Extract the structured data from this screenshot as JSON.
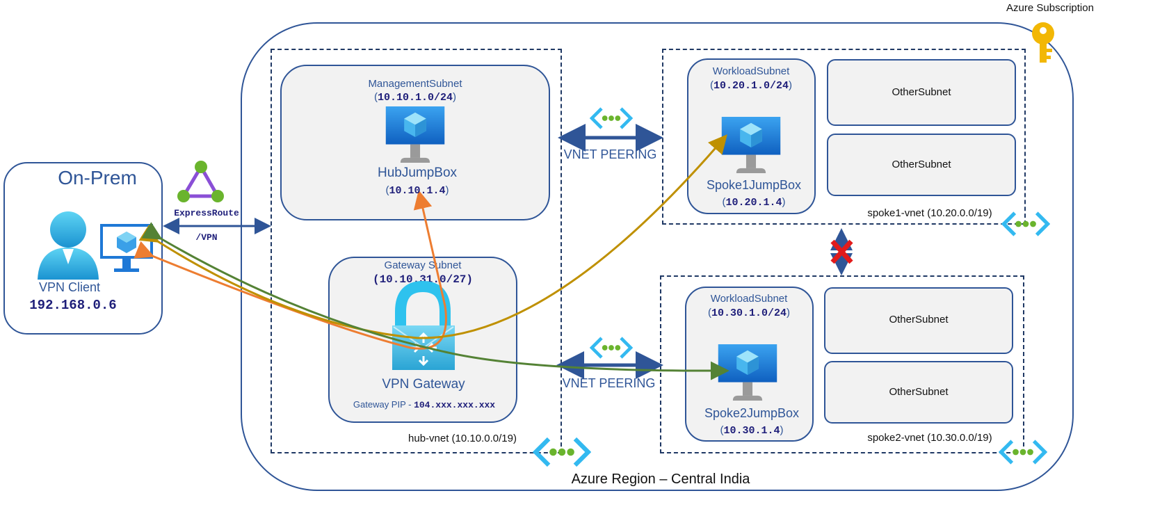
{
  "subscription": {
    "label": "Azure Subscription"
  },
  "region": {
    "label": "Azure Region – Central India"
  },
  "onprem": {
    "title": "On-Prem",
    "client_label": "VPN Client",
    "client_ip": "192.168.0.6"
  },
  "link": {
    "line1": "ExpressRoute",
    "line2": "/VPN"
  },
  "hub": {
    "vnet_label": "hub-vnet (10.10.0.0/19)",
    "mgmt_subnet": {
      "name": "ManagementSubnet",
      "cidr": "10.10.1.0/24"
    },
    "hubjump": {
      "name": "HubJumpBox",
      "ip": "10.10.1.4"
    },
    "gateway_subnet": {
      "name": "Gateway Subnet",
      "cidr": "10.10.31.0/27"
    },
    "vpn_gateway": {
      "name": "VPN Gateway",
      "pip_label": "Gateway PIP - ",
      "pip_value": "104.xxx.xxx.xxx"
    }
  },
  "peering": {
    "top": "VNET PEERING",
    "bottom": "VNET PEERING"
  },
  "spoke1": {
    "vnet_label": "spoke1-vnet (10.20.0.0/19)",
    "workload": {
      "name": "WorkloadSubnet",
      "cidr": "10.20.1.0/24"
    },
    "jumpbox": {
      "name": "Spoke1JumpBox",
      "ip": "10.20.1.4"
    },
    "other1": "OtherSubnet",
    "other2": "OtherSubnet"
  },
  "spoke2": {
    "vnet_label": "spoke2-vnet (10.30.0.0/19)",
    "workload": {
      "name": "WorkloadSubnet",
      "cidr": "10.30.1.0/24"
    },
    "jumpbox": {
      "name": "Spoke2JumpBox",
      "ip": "10.30.1.4"
    },
    "other1": "OtherSubnet",
    "other2": "OtherSubnet"
  },
  "colors": {
    "border": "#2f5597",
    "dashed": "#1f3864",
    "orange_path": "#ed7d31",
    "gold_path": "#bf9000",
    "green_path": "#548235",
    "monitor": "#1e78d6",
    "cube": "#7fd3f4"
  },
  "icons": [
    "key-icon",
    "expressroute-icon",
    "user-icon",
    "vm-icon",
    "vpn-gateway-icon",
    "vnet-icon",
    "blocked-x-icon"
  ]
}
